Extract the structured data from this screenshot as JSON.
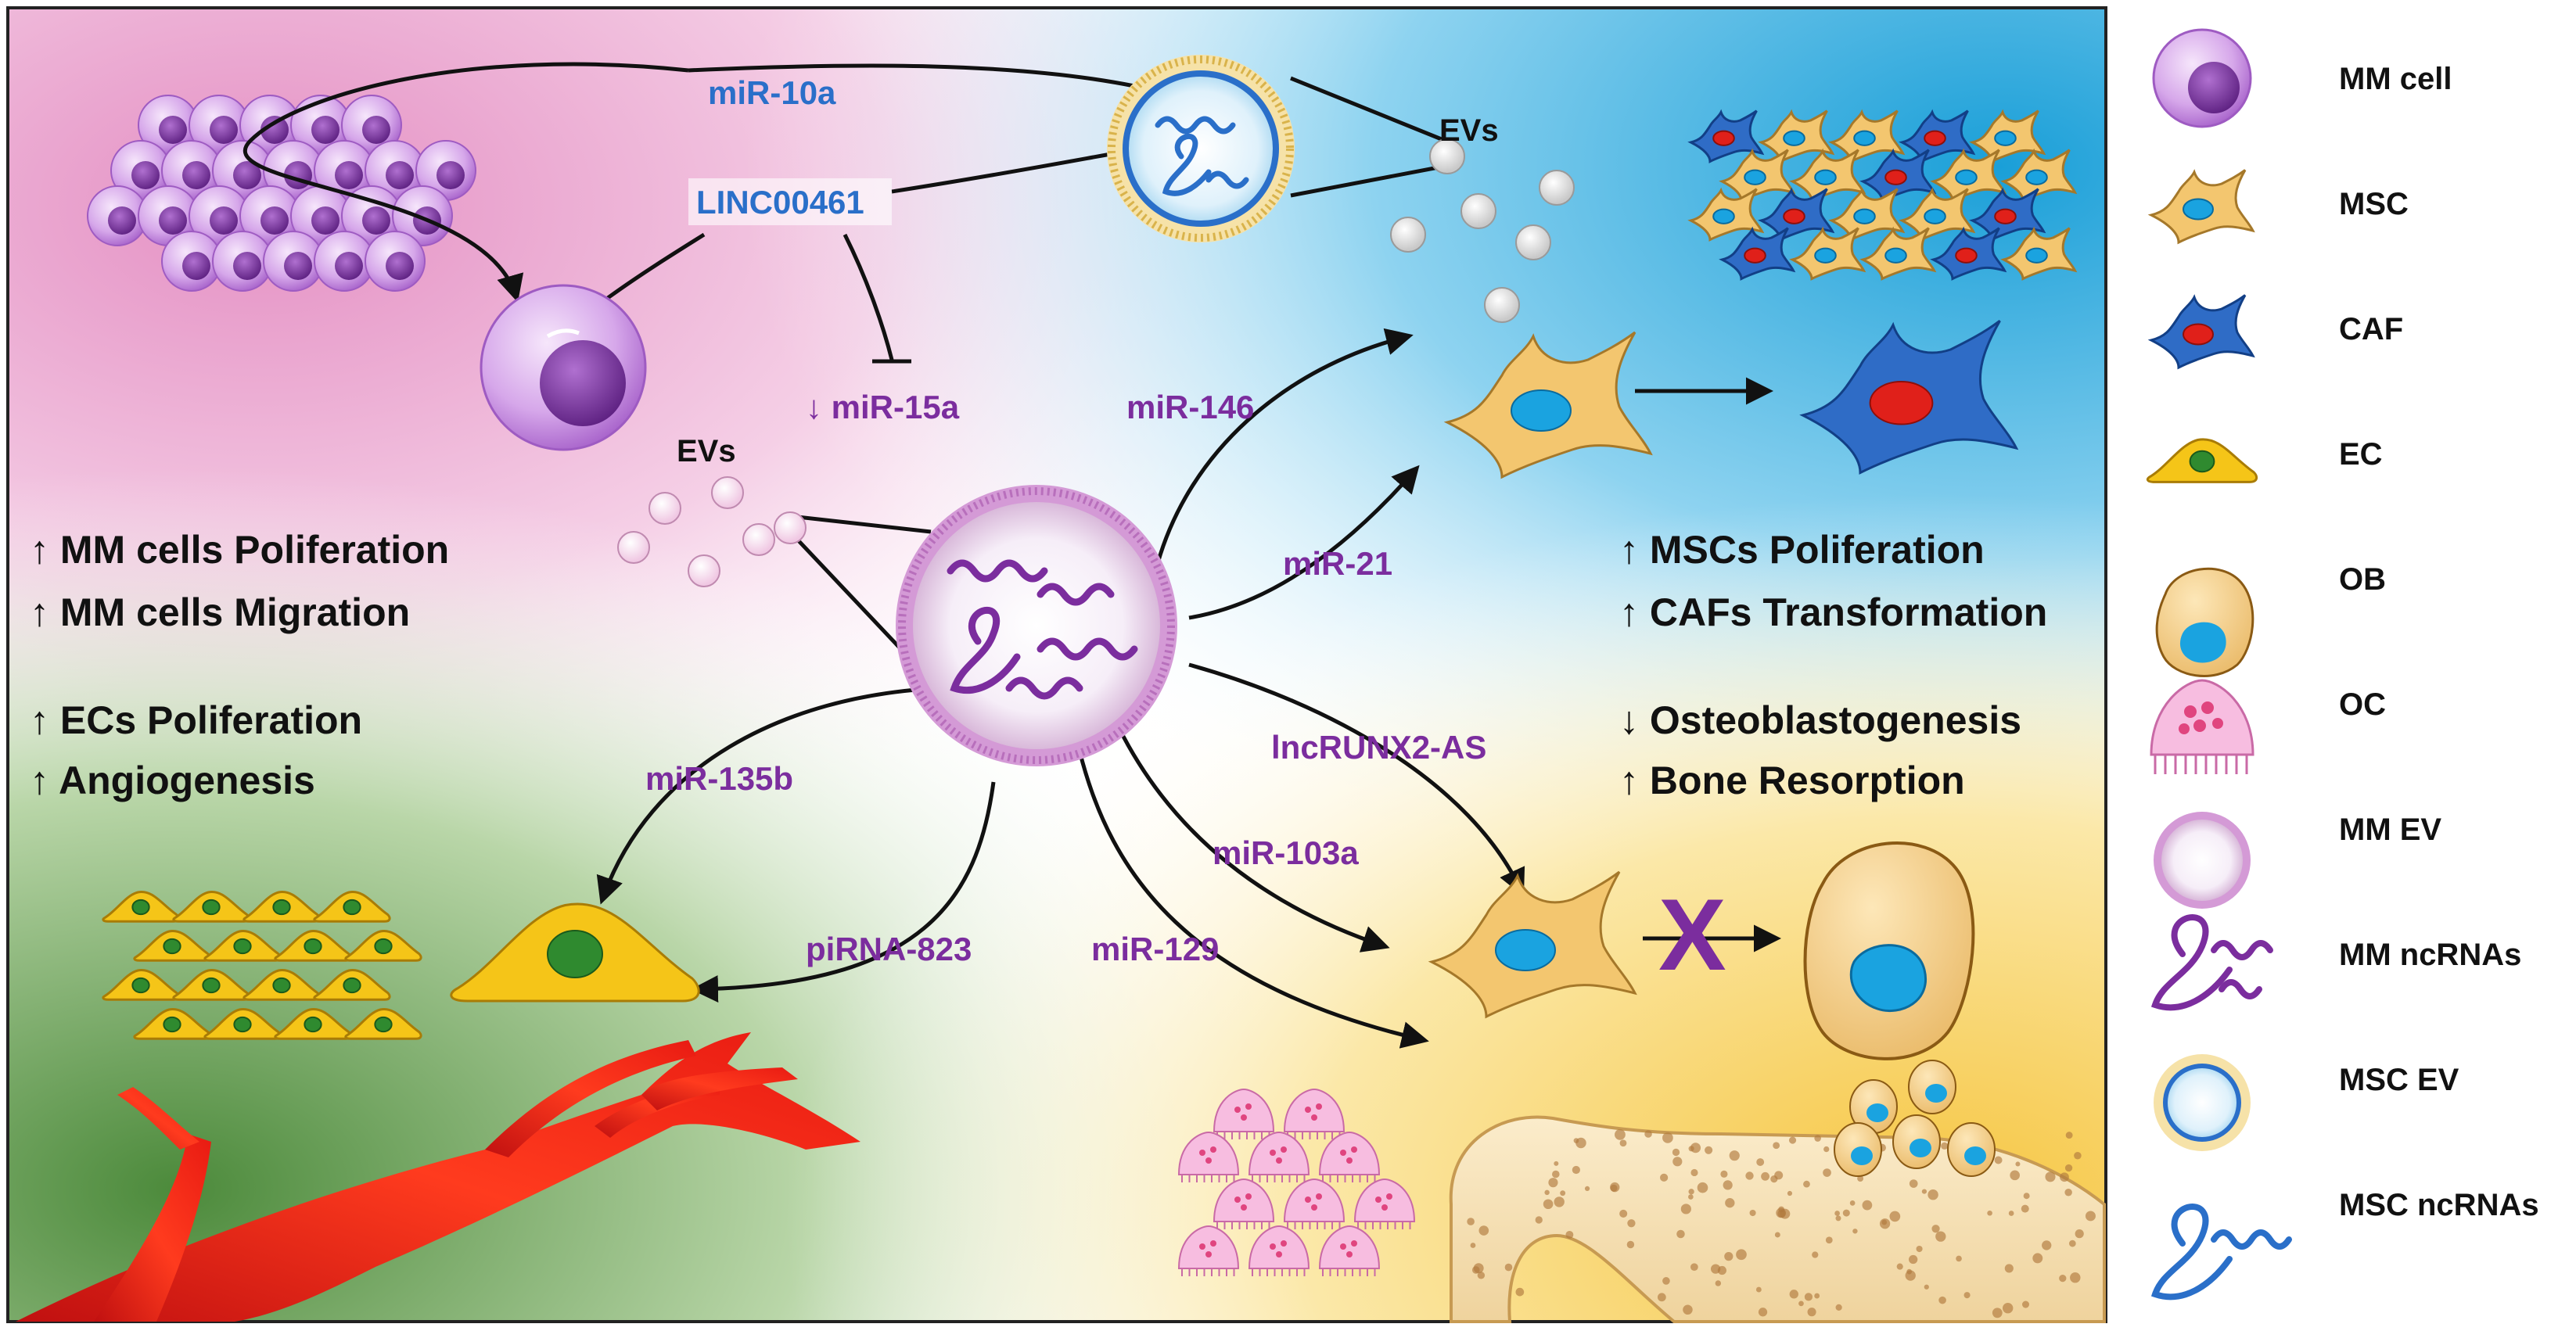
{
  "diagram": {
    "ncrna_labels": {
      "mir10a": "miR-10a",
      "linc00461": "LINC00461",
      "mir15a": "↓ miR-15a",
      "mir146": "miR-146",
      "mir21": "miR-21",
      "mir135b": "miR-135b",
      "pirna823": "piRNA-823",
      "mir129": "miR-129",
      "mir103a": "miR-103a",
      "lncrunx2": "lncRUNX2-AS"
    },
    "evs_labels": {
      "top": "EVs",
      "left": "EVs"
    },
    "effects": {
      "mm_prolif": "↑ MM cells Poliferation",
      "mm_migr": "↑ MM cells Migration",
      "ec_prolif": "↑ ECs Poliferation",
      "angio": "↑ Angiogenesis",
      "msc_prolif": "↑ MSCs Poliferation",
      "caf_trans": "↑ CAFs Transformation",
      "osteo": "↓ Osteoblastogenesis",
      "bone": "↑ Bone Resorption"
    },
    "inhibition_mark": "X"
  },
  "legend": {
    "items": [
      {
        "label": "MM cell",
        "icon": "mm-cell-icon"
      },
      {
        "label": "MSC",
        "icon": "msc-icon"
      },
      {
        "label": "CAF",
        "icon": "caf-icon"
      },
      {
        "label": "EC",
        "icon": "ec-icon"
      },
      {
        "label": "OB",
        "icon": "ob-icon"
      },
      {
        "label": "OC",
        "icon": "oc-icon"
      },
      {
        "label": "MM EV",
        "icon": "mm-ev-icon"
      },
      {
        "label": "MM ncRNAs",
        "icon": "mm-ncrna-icon"
      },
      {
        "label": "MSC EV",
        "icon": "msc-ev-icon"
      },
      {
        "label": "MSC ncRNAs",
        "icon": "msc-ncrna-icon"
      }
    ]
  },
  "colors": {
    "mm_purple": "#7b2d9e",
    "msc_blue": "#2a6fc9",
    "msc_orange": "#f3c66f",
    "caf_blue": "#2f6cc6",
    "ec_yellow": "#f5c518",
    "oc_pink": "#f7bde0",
    "vessel_red": "#e0201a"
  }
}
